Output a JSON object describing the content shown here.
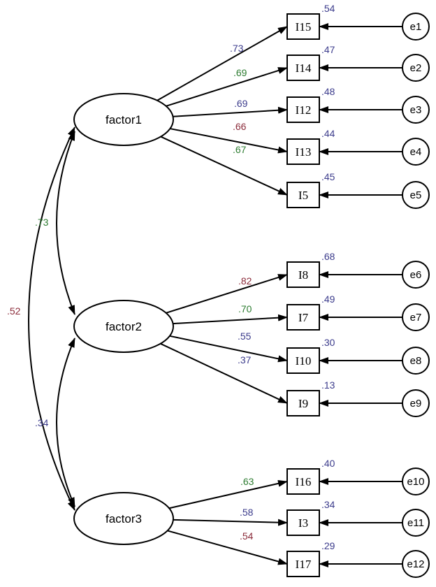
{
  "colors": {
    "blue": "#3c3c8c",
    "green": "#2e7d32",
    "red": "#8b2b3a"
  },
  "factors": [
    {
      "id": "f1",
      "label": "factor1"
    },
    {
      "id": "f2",
      "label": "factor2"
    },
    {
      "id": "f3",
      "label": "factor3"
    }
  ],
  "items": [
    {
      "id": "I15",
      "label": "I15",
      "factor": "f1",
      "loading": ".73",
      "loading_color": "blue",
      "r2": ".54",
      "error": "e1"
    },
    {
      "id": "I14",
      "label": "I14",
      "factor": "f1",
      "loading": ".69",
      "loading_color": "green",
      "r2": ".47",
      "error": "e2"
    },
    {
      "id": "I12",
      "label": "I12",
      "factor": "f1",
      "loading": ".69",
      "loading_color": "blue",
      "r2": ".48",
      "error": "e3"
    },
    {
      "id": "I13",
      "label": "I13",
      "factor": "f1",
      "loading": ".66",
      "loading_color": "red",
      "r2": ".44",
      "error": "e4"
    },
    {
      "id": "I5",
      "label": "I5",
      "factor": "f1",
      "loading": ".67",
      "loading_color": "green",
      "r2": ".45",
      "error": "e5"
    },
    {
      "id": "I8",
      "label": "I8",
      "factor": "f2",
      "loading": ".82",
      "loading_color": "red",
      "r2": ".68",
      "error": "e6"
    },
    {
      "id": "I7",
      "label": "I7",
      "factor": "f2",
      "loading": ".70",
      "loading_color": "green",
      "r2": ".49",
      "error": "e7"
    },
    {
      "id": "I10",
      "label": "I10",
      "factor": "f2",
      "loading": ".55",
      "loading_color": "blue",
      "r2": ".30",
      "error": "e8"
    },
    {
      "id": "I9",
      "label": "I9",
      "factor": "f2",
      "loading": ".37",
      "loading_color": "blue",
      "r2": ".13",
      "error": "e9"
    },
    {
      "id": "I16",
      "label": "I16",
      "factor": "f3",
      "loading": ".63",
      "loading_color": "green",
      "r2": ".40",
      "error": "e10"
    },
    {
      "id": "I3",
      "label": "I3",
      "factor": "f3",
      "loading": ".58",
      "loading_color": "blue",
      "r2": ".34",
      "error": "e11"
    },
    {
      "id": "I17",
      "label": "I17",
      "factor": "f3",
      "loading": ".54",
      "loading_color": "red",
      "r2": ".29",
      "error": "e12"
    }
  ],
  "covariances": [
    {
      "from": "f1",
      "to": "f2",
      "value": ".73",
      "color": "green"
    },
    {
      "from": "f2",
      "to": "f3",
      "value": ".34",
      "color": "blue"
    },
    {
      "from": "f1",
      "to": "f3",
      "value": ".52",
      "color": "red"
    }
  ]
}
